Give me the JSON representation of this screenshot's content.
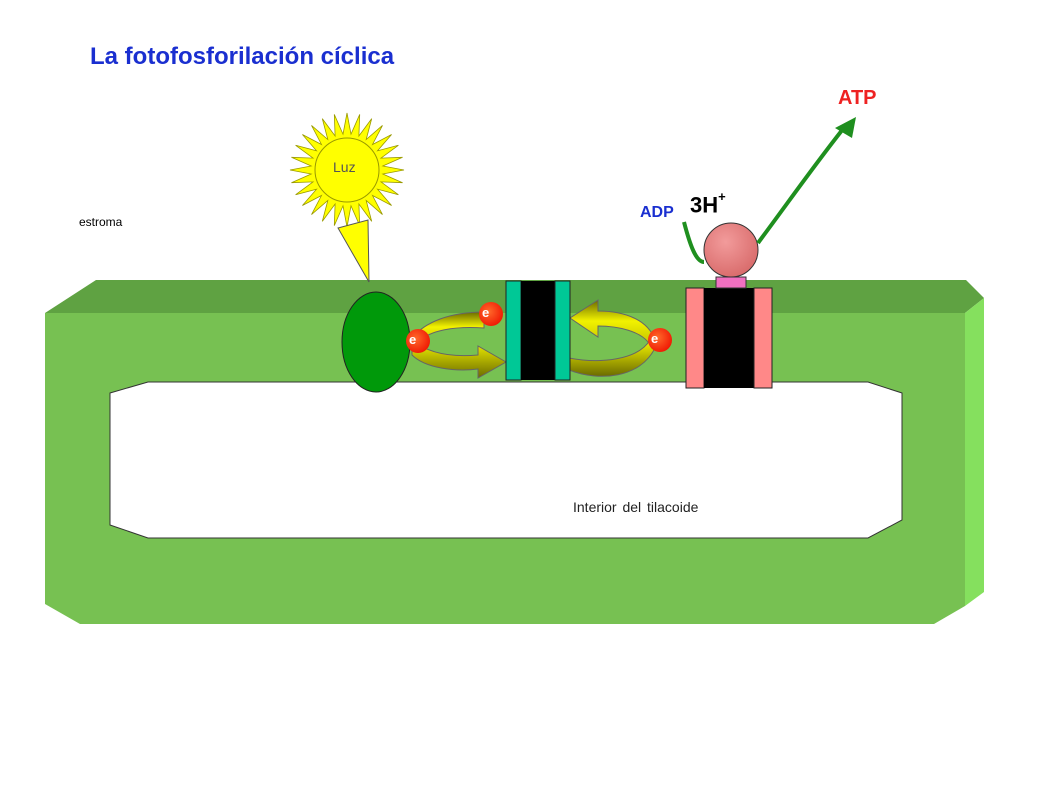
{
  "title": "La fotofosforilación cíclica",
  "labels": {
    "atp": "ATP",
    "adp": "ADP",
    "protons": "3H",
    "protons_charge": "+",
    "light": "Luz",
    "stroma": "estroma",
    "lumen": "Interior del tilacoide",
    "electron": "e"
  },
  "colors": {
    "title": "#1a2fd0",
    "atp": "#ee2222",
    "adp": "#1a2fd0",
    "membrane": "#77c152",
    "membrane_top": "#5fa242",
    "membrane_side": "#85e05e",
    "photosystem": "#00990a",
    "cytochrome": "#00c896",
    "atp_synthase": "#ff8888",
    "atp_synthase_head": "#e98080",
    "sun": "#ffff00",
    "electron": "#ff2200",
    "arrow": "#e6e600",
    "atp_arrow": "#1f8f1f"
  },
  "icons": [
    "sun-icon",
    "photosystem-icon",
    "cytochrome-complex-icon",
    "atp-synthase-icon",
    "electron-icon"
  ]
}
